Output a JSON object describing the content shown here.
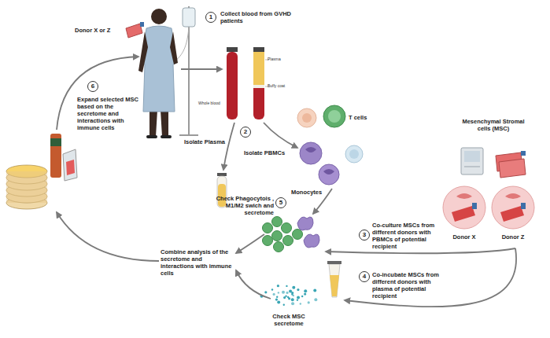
{
  "diagram": {
    "nodes": [
      {
        "text": [
          "1"
        ]
      },
      {
        "text": [
          "2"
        ]
      },
      {
        "text": [
          "3"
        ]
      },
      {
        "text": [
          "4"
        ]
      },
      {
        "text": [
          "5"
        ]
      },
      {
        "text": [
          "6"
        ]
      }
    ],
    "labels": [
      "Collect blood from GVHD patients",
      "Donor X or Z",
      "Whole blood",
      "Plasma",
      "Buffy coat",
      "Isolate Plasma",
      "Isolate PBMCs",
      "T cells",
      "Monocytes",
      "Mesenchymal Stromal cells (MSC)",
      "Donor X",
      "Donor Z",
      "Co-culture MSCs from different donors with PBMCs of potential recipient",
      "Co-incubate MSCs from different donors with plasma of potential recipient",
      "Check Phagocytois , M1/M2 swich and secretome",
      "Expand selected MSC based on the secretome and interactions with immune cells",
      "Combine analysis of the secretome and interactions with immune cells",
      "Check MSC secretome"
    ]
  }
}
